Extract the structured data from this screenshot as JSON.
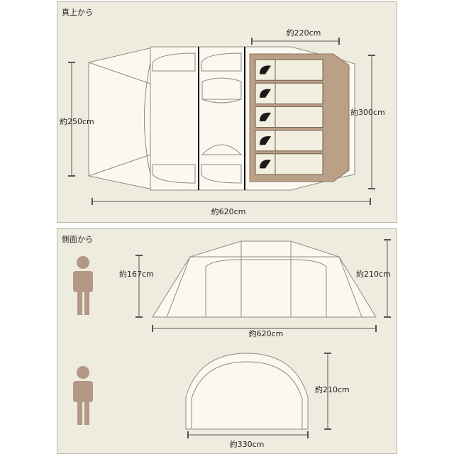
{
  "top_view": {
    "label": "真上から",
    "dim_width": "約620cm",
    "dim_depth_left": "約250cm",
    "dim_depth_right": "約300cm",
    "dim_inner_room": "約220cm",
    "sleeping_places": 5
  },
  "side_view": {
    "label": "側面から",
    "dim_person_height": "約167cm",
    "dim_side_height": "約210cm",
    "dim_side_length": "約620cm",
    "dim_front_height": "約210cm",
    "dim_front_width": "約330cm"
  },
  "colors": {
    "panel_bg": "#eeecdf",
    "tent_fill": "#faf8f0",
    "inner_room": "#b9a087",
    "person": "#b39888",
    "line": "#555555"
  }
}
